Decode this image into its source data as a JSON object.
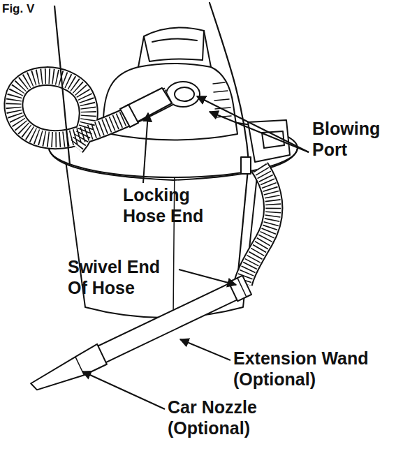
{
  "diagram": {
    "labels": [
      "Fig. V",
      "Blowing Port",
      "Locking Hose End",
      "Swivel End Of Hose",
      "Extension Wand (Optional)",
      "Car Nozzle (Optional)"
    ]
  }
}
